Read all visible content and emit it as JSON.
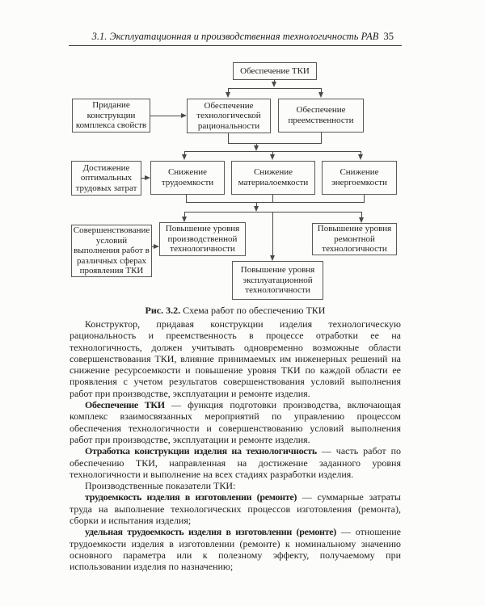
{
  "header": {
    "title": "3.1. Эксплуатационная и производственная технологичность РАВ",
    "page_number": "35"
  },
  "figure": {
    "caption_label": "Рис. 3.2.",
    "caption_text": " Схема работ по обеспечению ТКИ",
    "nodes": {
      "tki": "Обеспечение ТКИ",
      "pridanie": "Придание конструкции комплекса свойств",
      "rational": "Обеспечение технологической рациональности",
      "preemstv": "Обеспечение преемственности",
      "dostizh": "Достижение оптимальных трудовых затрат",
      "trud": "Снижение трудоемкости",
      "material": "Снижение материалоемкости",
      "energo": "Снижение энергоемкости",
      "sovershenstv": "Совершенствование условий выполнения работ в различных сферах проявления ТКИ",
      "proizv": "Повышение уровня производственной технологичности",
      "remont": "Повышение уровня ремонтной технологичности",
      "ekspl": "Повышение уровня эксплуатационной технологичности"
    }
  },
  "body": {
    "paragraphs": [
      {
        "bold": "",
        "text": "Конструктор, придавая конструкции изделия технологическую рациональность и преемственность в процессе отработки ее на технологичность, должен учитывать одновременно возможные области совершенствования ТКИ, влияние принимаемых им инженерных решений на снижение ресурсоемкости и повышение уровня ТКИ по каждой области ее проявления с учетом результатов совершенствования условий выполнения работ при производстве, эксплуатации и ремонте изделия."
      },
      {
        "bold": "Обеспечение ТКИ",
        "text": " — функция подготовки производства, включающая комплекс взаимосвязанных мероприятий по управлению процессом обеспечения технологичности и совершенствованию условий выполнения работ при производстве, эксплуатации и ремонте изделия."
      },
      {
        "bold": "Отработка конструкции изделия на технологичность",
        "text": " — часть работ по обеспечению ТКИ, направленная на достижение заданного уровня технологичности и выполнение на всех стадиях разработки изделия."
      },
      {
        "bold": "",
        "text": "Производственные показатели ТКИ:"
      },
      {
        "bold": "трудоемкость изделия в изготовлении (ремонте)",
        "text": " — суммарные затраты труда на выполнение технологических процессов изготовления (ремонта), сборки и испытания изделия;"
      },
      {
        "bold": "удельная трудоемкость изделия в изготовлении (ремонте)",
        "text": " — отношение трудоемкости изделия в изготовлении (ремонте) к номинальному значению основного параметра или к полезному эффекту, получаемому при использовании изделия по назначению;"
      }
    ]
  },
  "colors": {
    "ink": "#222222",
    "box_border": "#5a5a5a",
    "connector": "#4a4a4a",
    "background": "#fcfcfa"
  }
}
